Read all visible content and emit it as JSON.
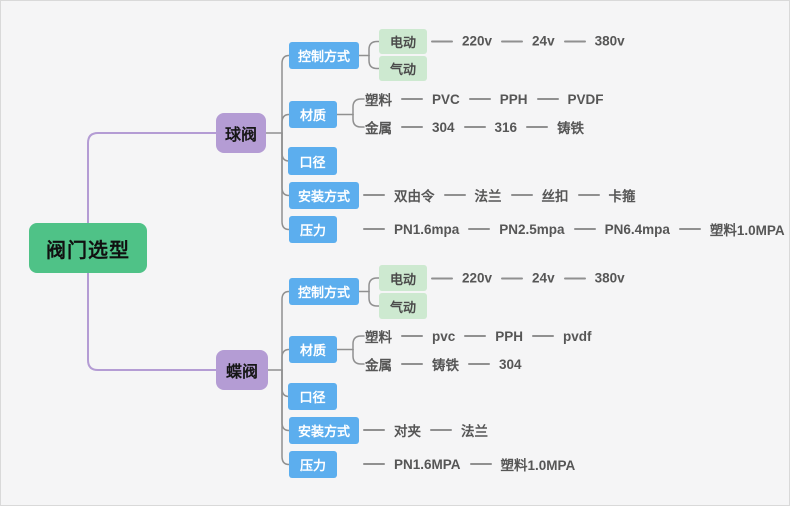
{
  "root": {
    "label": "阀门选型"
  },
  "colors": {
    "root_green": "#4fc287",
    "branch_purple": "#b49cd4",
    "category_blue": "#5caeee",
    "subnode_green": "#cde9d0",
    "connector_gray": "#909090",
    "canvas_background": "#f5f5f6"
  },
  "branches": {
    "ball": {
      "label": "球阀",
      "control": {
        "label": "控制方式",
        "electric": "电动",
        "pneumatic": "气动",
        "voltages": [
          "220v",
          "24v",
          "380v"
        ]
      },
      "material": {
        "label": "材质",
        "plastic": "塑料",
        "plastic_items": [
          "PVC",
          "PPH",
          "PVDF"
        ],
        "metal": "金属",
        "metal_items": [
          "304",
          "316",
          "铸铁"
        ]
      },
      "diameter": {
        "label": "口径"
      },
      "install": {
        "label": "安装方式",
        "items": [
          "双由令",
          "法兰",
          "丝扣",
          "卡箍"
        ]
      },
      "pressure": {
        "label": "压力",
        "items": [
          "PN1.6mpa",
          "PN2.5mpa",
          "PN6.4mpa",
          "塑料1.0MPA"
        ]
      }
    },
    "butterfly": {
      "label": "蝶阀",
      "control": {
        "label": "控制方式",
        "electric": "电动",
        "pneumatic": "气动",
        "voltages": [
          "220v",
          "24v",
          "380v"
        ]
      },
      "material": {
        "label": "材质",
        "plastic": "塑料",
        "plastic_items": [
          "pvc",
          "PPH",
          "pvdf"
        ],
        "metal": "金属",
        "metal_items": [
          "铸铁",
          "304"
        ]
      },
      "diameter": {
        "label": "口径"
      },
      "install": {
        "label": "安装方式",
        "items": [
          "对夹",
          "法兰"
        ]
      },
      "pressure": {
        "label": "压力",
        "items": [
          "PN1.6MPA",
          "塑料1.0MPA"
        ]
      }
    }
  }
}
